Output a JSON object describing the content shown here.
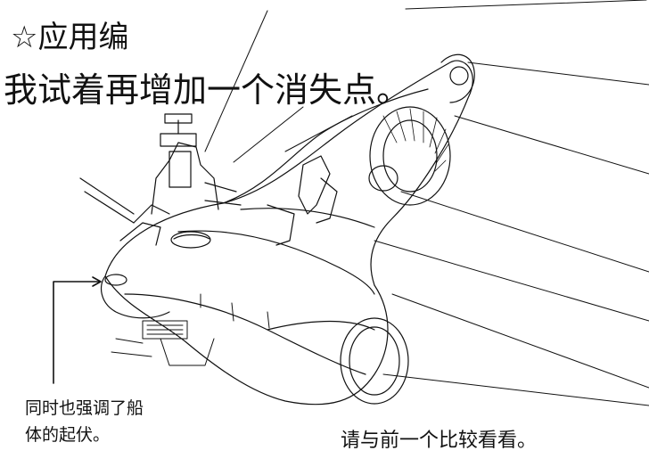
{
  "texts": {
    "title": "☆应用编",
    "subtitle": "我试着再增加一个消失点。",
    "note_left_line1": "同时也强调了船",
    "note_left_line2": "体的起伏。",
    "note_right": "请与前一个比较看看。"
  },
  "colors": {
    "ink": "#111111",
    "background": "#ffffff"
  },
  "illustration": {
    "subject": "line-art spaceship with perspective rays",
    "annotation_arrow": "arrow-icon"
  }
}
